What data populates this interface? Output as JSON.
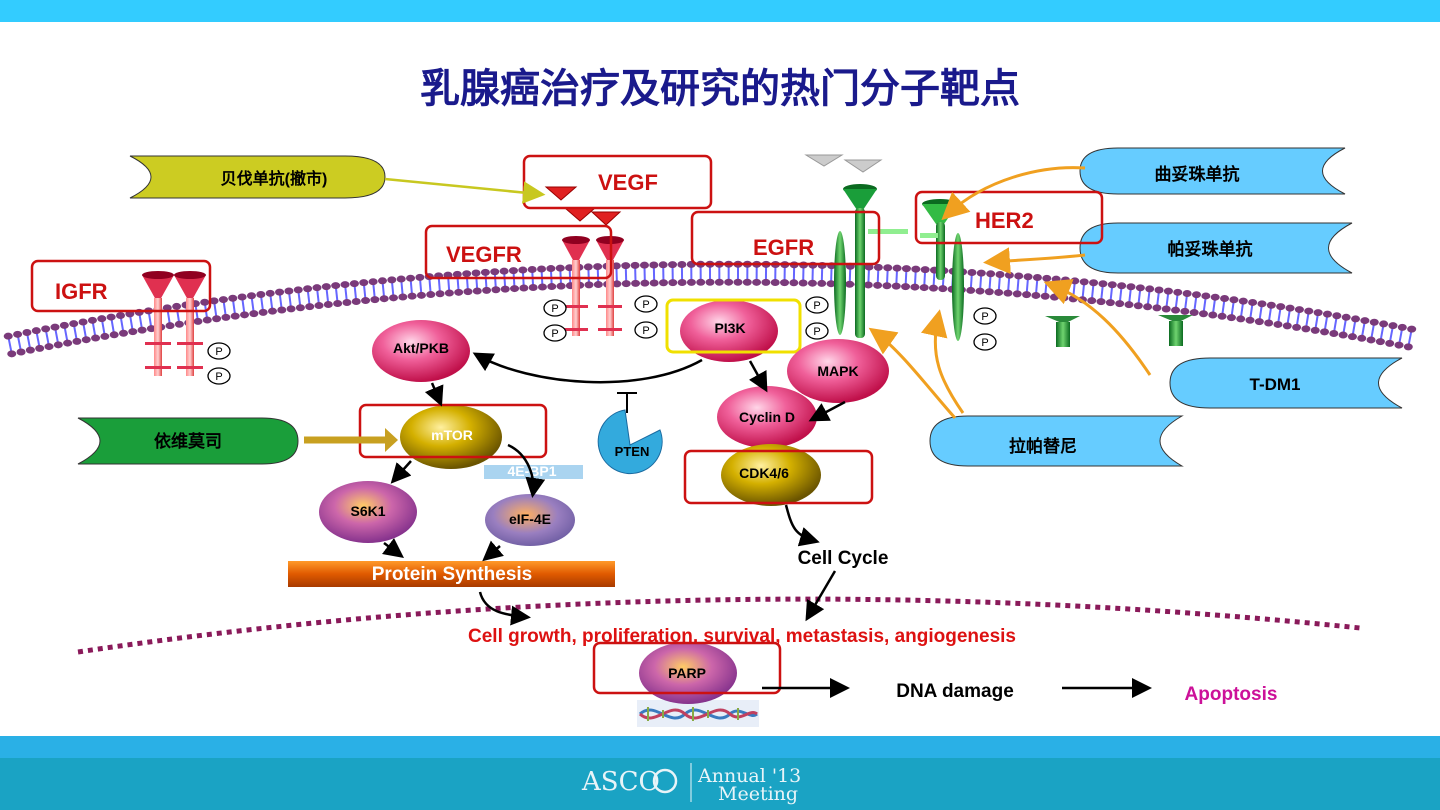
{
  "title": "乳腺癌治疗及研究的热门分子靶点",
  "drugs": {
    "bevacizumab": "贝伐单抗(撤市)",
    "everolimus": "依维莫司",
    "trastuzumab": "曲妥珠单抗",
    "pertuzumab": "帕妥珠单抗",
    "tdm1": "T-DM1",
    "lapatinib": "拉帕替尼"
  },
  "targets": {
    "igfr": "IGFR",
    "vegfr": "VEGFR",
    "vegf": "VEGF",
    "egfr": "EGFR",
    "her2": "HER2",
    "mtor": "mTOR",
    "cdk46": "CDK4/6",
    "parp": "PARP"
  },
  "molecules": {
    "akt": "Akt/PKB",
    "pi3k": "PI3K",
    "mapk": "MAPK",
    "cyclin_d": "Cyclin D",
    "pten": "PTEN",
    "s6k1": "S6K1",
    "eif4e": "eIF-4E",
    "ebp1": "4E-BP1"
  },
  "phospho": "P",
  "processes": {
    "protein_synthesis": "Protein Synthesis",
    "cell_cycle": "Cell Cycle",
    "cell_growth": "Cell growth, proliferation, survival, metastasis, angiogenesis",
    "dna_damage": "DNA damage",
    "apoptosis": "Apoptosis"
  },
  "footer": {
    "logo": "ASCO",
    "meeting_line1": "Annual '13",
    "meeting_line2": "Meeting"
  },
  "colors": {
    "top_bar": "#33ccff",
    "footer_bar": "#1aa3c4",
    "title": "#1a1a8c",
    "target_box": "#cc1111",
    "drug_blue": "#66ccff",
    "drug_green": "#1a9e3a",
    "drug_olive": "#cccc22",
    "apoptosis": "#cc1199",
    "membrane_head": "#7a3a7a",
    "membrane_tail": "#6666ff"
  }
}
